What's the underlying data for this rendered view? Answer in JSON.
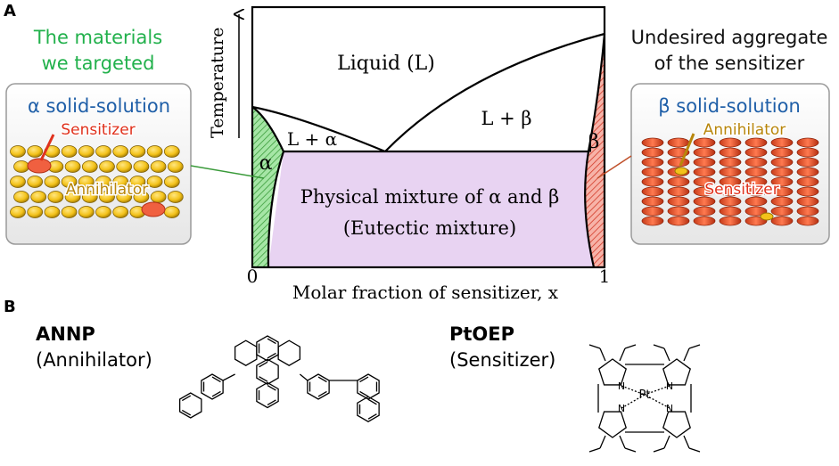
{
  "panel_a": {
    "label": "A",
    "targeted_line1": "The materials",
    "targeted_line2": "we targeted",
    "undesired_line1": "Undesired aggregate",
    "undesired_line2": "of the sensitizer",
    "alpha_box": {
      "title": "α solid-solution",
      "sensitizer_label": "Sensitizer",
      "annihilator_label": "Annihilator"
    },
    "beta_box": {
      "title": "β solid-solution",
      "annihilator_label": "Annihilator",
      "sensitizer_label": "Sensitizer"
    },
    "phase_diagram": {
      "y_axis_label": "Temperature",
      "x_axis_label": "Molar fraction of sensitizer, x",
      "x_tick_min": "0",
      "x_tick_max": "1",
      "regions": {
        "liquid": "Liquid (L)",
        "l_plus_alpha": "L + α",
        "l_plus_beta": "L + β",
        "alpha": "α",
        "beta": "β",
        "eutectic_line1": "Physical mixture of α and β",
        "eutectic_line2": "(Eutectic mixture)"
      }
    }
  },
  "panel_b": {
    "label": "B",
    "annp_name": "ANNP",
    "annp_role": "(Annihilator)",
    "ptoep_name": "PtOEP",
    "ptoep_role": "(Sensitizer)",
    "metal_label": "Pt",
    "n_label": "N"
  },
  "colors": {
    "targeted_green": "#22b14c",
    "solid_solution_blue": "#1f5fa8",
    "sensitizer_red": "#e0311c",
    "annihilator_gold": "#b8860b",
    "eutectic_fill": "#e8d3f2",
    "alpha_fill": "#7fd37f",
    "beta_fill": "#f08a7a"
  }
}
